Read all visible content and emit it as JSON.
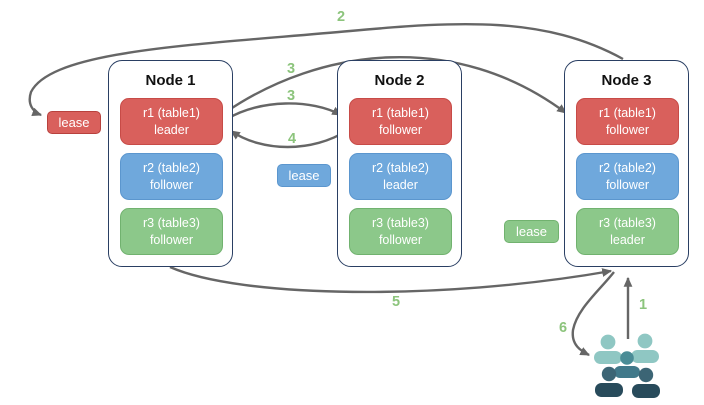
{
  "diagram": {
    "description": "Replica leaseholder diagram with three nodes, range replicas, leases and numbered request-flow arrows",
    "nodes": [
      {
        "title": "Node 1",
        "replicas": [
          {
            "name": "r1 (table1)",
            "role": "leader",
            "color": "red"
          },
          {
            "name": "r2 (table2)",
            "role": "follower",
            "color": "blue"
          },
          {
            "name": "r3 (table3)",
            "role": "follower",
            "color": "green"
          }
        ]
      },
      {
        "title": "Node 2",
        "replicas": [
          {
            "name": "r1 (table1)",
            "role": "follower",
            "color": "red"
          },
          {
            "name": "r2 (table2)",
            "role": "leader",
            "color": "blue"
          },
          {
            "name": "r3 (table3)",
            "role": "follower",
            "color": "green"
          }
        ]
      },
      {
        "title": "Node 3",
        "replicas": [
          {
            "name": "r1 (table1)",
            "role": "follower",
            "color": "red"
          },
          {
            "name": "r2 (table2)",
            "role": "follower",
            "color": "blue"
          },
          {
            "name": "r3 (table3)",
            "role": "leader",
            "color": "green"
          }
        ]
      }
    ],
    "leases": [
      {
        "label": "lease",
        "color": "red"
      },
      {
        "label": "lease",
        "color": "blue"
      },
      {
        "label": "lease",
        "color": "green"
      }
    ],
    "steps": [
      {
        "label": "1"
      },
      {
        "label": "2"
      },
      {
        "label": "3"
      },
      {
        "label": "3"
      },
      {
        "label": "4"
      },
      {
        "label": "5"
      },
      {
        "label": "6"
      }
    ],
    "colors": {
      "replica_red": "#d9605c",
      "replica_blue": "#6fa8dc",
      "replica_green": "#8cc88a",
      "node_border": "#2a3f63",
      "arrow_gray": "#666666",
      "step_green": "#8cc47c",
      "crowd_light_teal": "#8fc7c3",
      "crowd_mid_teal": "#4a8c96",
      "crowd_dark_slate": "#284b5b"
    }
  }
}
